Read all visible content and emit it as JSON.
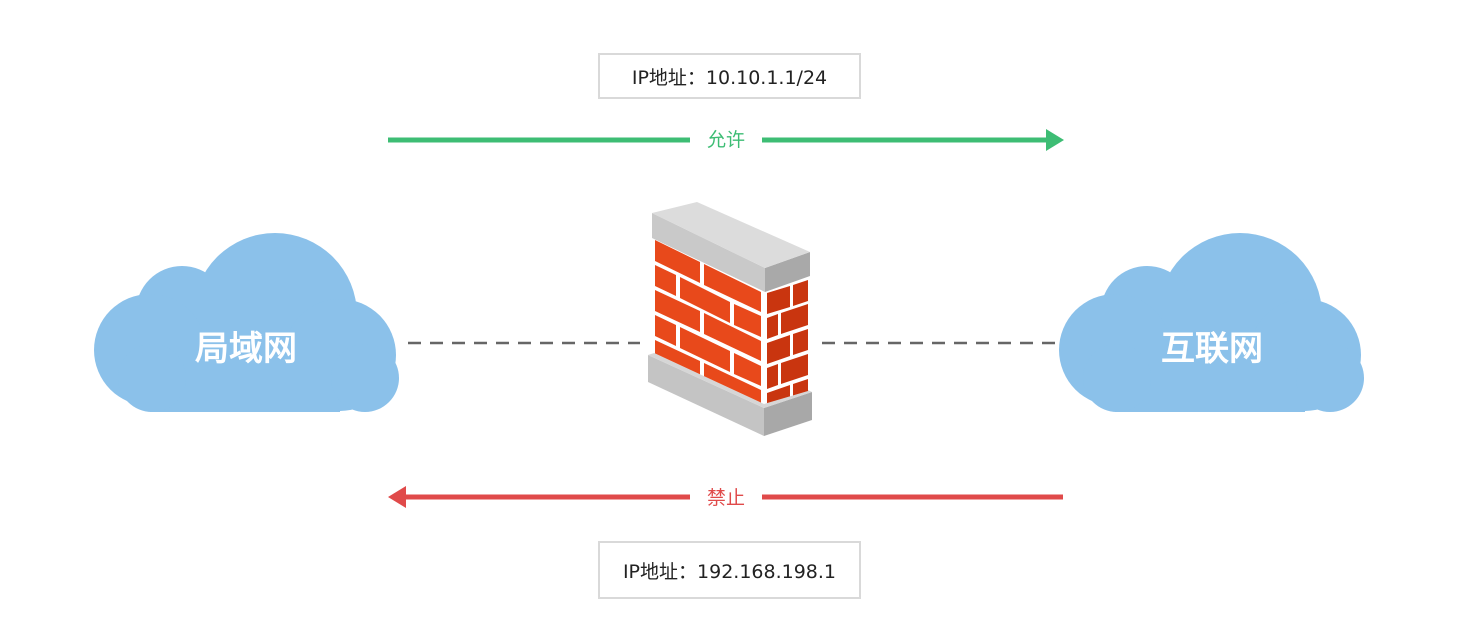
{
  "ip_top": "IP地址：10.10.1.1/24",
  "ip_bottom": "IP地址：192.168.198.1",
  "allow_label": "允许",
  "deny_label": "禁止",
  "lan_label": "局域网",
  "internet_label": "互联网",
  "colors": {
    "allow": "#3dbd74",
    "deny": "#e04a4a",
    "cloud": "#8bc1ea",
    "brick": "#e8491b",
    "mortar": "#ffffff",
    "cap": "#c8c8c8"
  },
  "icons": [
    "cloud-icon",
    "firewall-icon",
    "arrow-right-icon",
    "arrow-left-icon"
  ]
}
